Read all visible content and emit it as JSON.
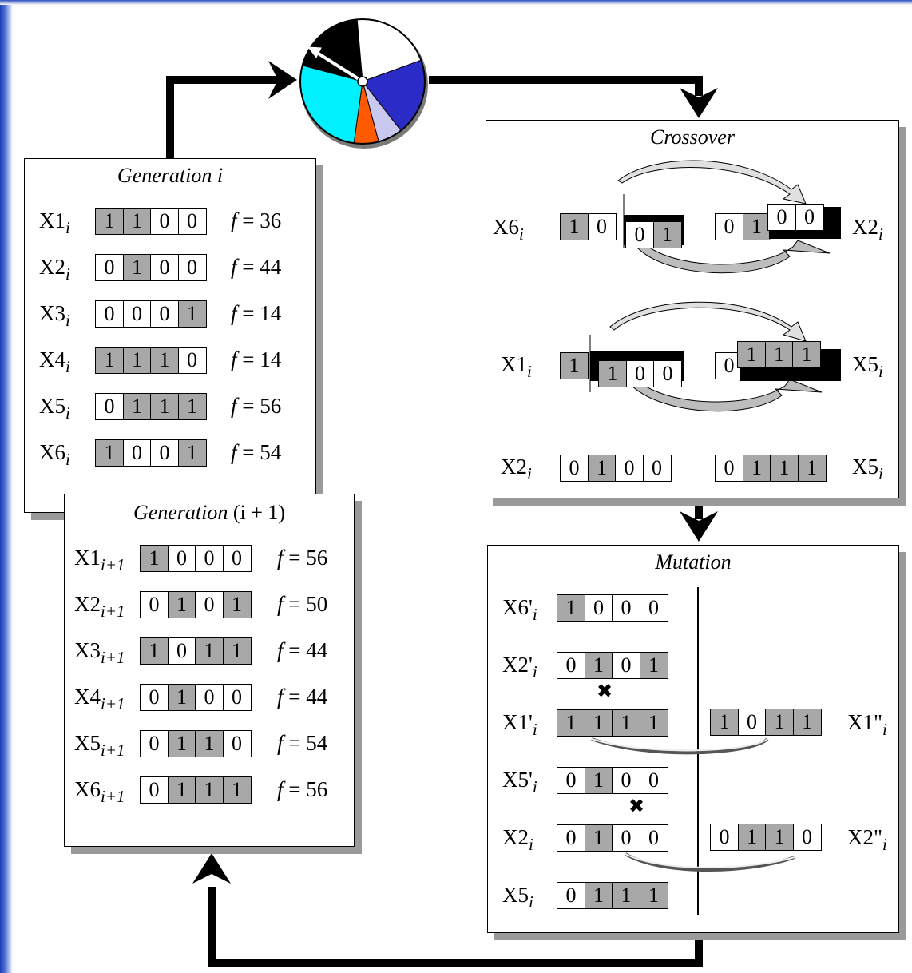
{
  "generation_i": {
    "title": "Generation i",
    "rows": [
      {
        "name": "X1",
        "sub": "i",
        "bits": [
          "1",
          "1",
          "0",
          "0"
        ],
        "shade": [
          1,
          1,
          0,
          0
        ],
        "fitness": "f = 36"
      },
      {
        "name": "X2",
        "sub": "i",
        "bits": [
          "0",
          "1",
          "0",
          "0"
        ],
        "shade": [
          0,
          1,
          0,
          0
        ],
        "fitness": "f = 44"
      },
      {
        "name": "X3",
        "sub": "i",
        "bits": [
          "0",
          "0",
          "0",
          "1"
        ],
        "shade": [
          0,
          0,
          0,
          1
        ],
        "fitness": "f = 14"
      },
      {
        "name": "X4",
        "sub": "i",
        "bits": [
          "1",
          "1",
          "1",
          "0"
        ],
        "shade": [
          1,
          1,
          1,
          0
        ],
        "fitness": "f = 14"
      },
      {
        "name": "X5",
        "sub": "i",
        "bits": [
          "0",
          "1",
          "1",
          "1"
        ],
        "shade": [
          0,
          1,
          1,
          1
        ],
        "fitness": "f = 56"
      },
      {
        "name": "X6",
        "sub": "i",
        "bits": [
          "1",
          "0",
          "0",
          "1"
        ],
        "shade": [
          1,
          0,
          0,
          1
        ],
        "fitness": "f = 54"
      }
    ]
  },
  "generation_next": {
    "title_prefix": "Generation",
    "title_suffix": "(i + 1)",
    "rows": [
      {
        "name": "X1",
        "sub": "i+1",
        "bits": [
          "1",
          "0",
          "0",
          "0"
        ],
        "shade": [
          1,
          0,
          0,
          0
        ],
        "fitness": "f = 56"
      },
      {
        "name": "X2",
        "sub": "i+1",
        "bits": [
          "0",
          "1",
          "0",
          "1"
        ],
        "shade": [
          0,
          1,
          0,
          1
        ],
        "fitness": "f = 50"
      },
      {
        "name": "X3",
        "sub": "i+1",
        "bits": [
          "1",
          "0",
          "1",
          "1"
        ],
        "shade": [
          1,
          0,
          1,
          1
        ],
        "fitness": "f = 44"
      },
      {
        "name": "X4",
        "sub": "i+1",
        "bits": [
          "0",
          "1",
          "0",
          "0"
        ],
        "shade": [
          0,
          1,
          0,
          0
        ],
        "fitness": "f = 44"
      },
      {
        "name": "X5",
        "sub": "i+1",
        "bits": [
          "0",
          "1",
          "1",
          "0"
        ],
        "shade": [
          0,
          1,
          1,
          0
        ],
        "fitness": "f = 54"
      },
      {
        "name": "X6",
        "sub": "i+1",
        "bits": [
          "0",
          "1",
          "1",
          "1"
        ],
        "shade": [
          0,
          1,
          1,
          1
        ],
        "fitness": "f = 56"
      }
    ]
  },
  "crossover": {
    "title": "Crossover",
    "pair1": {
      "left_label": "X6",
      "left_sub": "i",
      "left_head": [
        "1",
        "0"
      ],
      "left_tail": [
        "0",
        "1"
      ],
      "right_label": "X2",
      "right_sub": "i",
      "right_head": [
        "0",
        "1"
      ],
      "right_tail": [
        "0",
        "0"
      ]
    },
    "pair2": {
      "left_label": "X1",
      "left_sub": "i",
      "left_head": [
        "1"
      ],
      "left_tail": [
        "1",
        "0",
        "0"
      ],
      "right_label": "X5",
      "right_sub": "i",
      "right_head": [
        "0"
      ],
      "right_tail": [
        "1",
        "1",
        "1"
      ]
    },
    "result": {
      "left_label": "X2",
      "left_sub": "i",
      "left_bits": [
        "0",
        "1",
        "0",
        "0"
      ],
      "right_label": "X5",
      "right_sub": "i",
      "right_bits": [
        "0",
        "1",
        "1",
        "1"
      ]
    }
  },
  "mutation": {
    "title": "Mutation",
    "rows": [
      {
        "name": "X6'",
        "sub": "i",
        "bits": [
          "1",
          "0",
          "0",
          "0"
        ],
        "shade": [
          1,
          0,
          0,
          0
        ]
      },
      {
        "name": "X2'",
        "sub": "i",
        "bits": [
          "0",
          "1",
          "0",
          "1"
        ],
        "shade": [
          0,
          1,
          0,
          1
        ]
      },
      {
        "name": "X1'",
        "sub": "i",
        "bits": [
          "1",
          "1",
          "1",
          "1"
        ],
        "shade": [
          1,
          1,
          1,
          1
        ]
      },
      {
        "name": "X5'",
        "sub": "i",
        "bits": [
          "0",
          "1",
          "0",
          "0"
        ],
        "shade": [
          0,
          1,
          0,
          0
        ]
      },
      {
        "name": "X2",
        "sub": "i",
        "bits": [
          "0",
          "1",
          "0",
          "0"
        ],
        "shade": [
          0,
          1,
          0,
          0
        ]
      },
      {
        "name": "X5",
        "sub": "i",
        "bits": [
          "0",
          "1",
          "1",
          "1"
        ],
        "shade": [
          0,
          1,
          1,
          1
        ]
      }
    ],
    "mutated": [
      {
        "name": "X1\"",
        "sub": "i",
        "bits": [
          "1",
          "0",
          "1",
          "1"
        ],
        "shade": [
          1,
          0,
          1,
          1
        ]
      },
      {
        "name": "X2\"",
        "sub": "i",
        "bits": [
          "0",
          "1",
          "1",
          "0"
        ],
        "shade": [
          0,
          1,
          1,
          0
        ]
      }
    ],
    "mutation_mark": "✖"
  },
  "roulette_wheel": {
    "slice_colors": [
      "#000000",
      "#ffffff",
      "#2b2bc8",
      "#c8c8f0",
      "#ff5a00",
      "#00f0ff"
    ]
  }
}
